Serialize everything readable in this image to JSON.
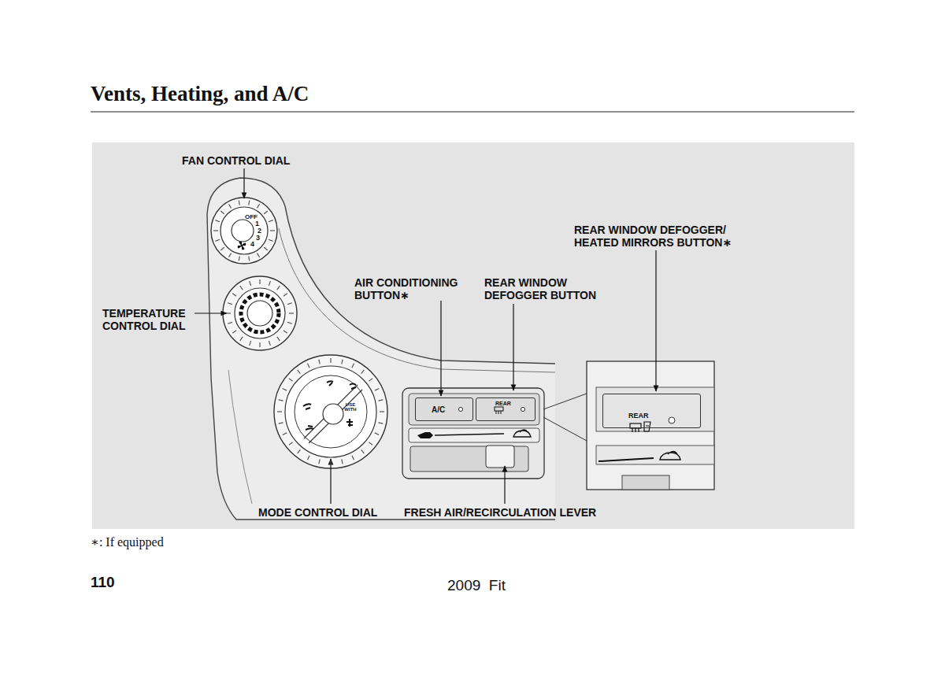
{
  "diagram": {
    "title": "Vents, Heating, and A/C",
    "nodes": [
      {
        "text": [
          "A/C"
        ]
      },
      {
        "text": [
          "REAR"
        ]
      },
      {
        "text": [
          "REAR"
        ]
      }
    ],
    "labels": [
      "FAN CONTROL DIAL",
      "OFF",
      "1",
      "2",
      "3",
      "4",
      "TEMPERATURE CONTROL DIAL",
      "AIR CONDITIONING BUTTON∗",
      "REAR WINDOW DEFOGGER BUTTON",
      "REAR WINDOW DEFOGGER/ HEATED MIRRORS BUTTON∗",
      "USE WITH",
      "MODE CONTROL DIAL",
      "FRESH AIR/RECIRCULATION LEVER",
      "∗: If equipped",
      "110",
      "2009  Fit"
    ]
  }
}
